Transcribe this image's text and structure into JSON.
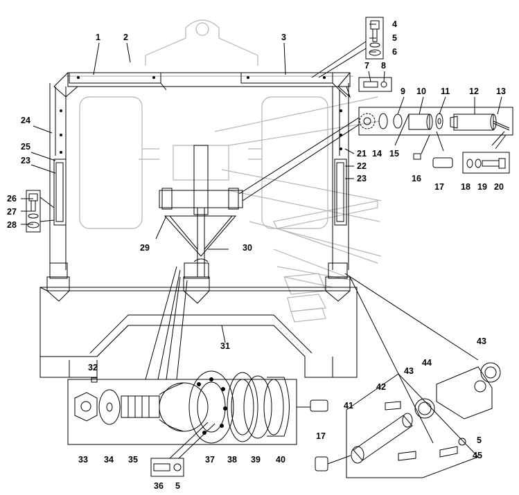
{
  "labels": {
    "l1": "1",
    "l2": "2",
    "l3": "3",
    "l4": "4",
    "l5a": "5",
    "l6": "6",
    "l7": "7",
    "l8": "8",
    "l9": "9",
    "l10": "10",
    "l11": "11",
    "l12": "12",
    "l13": "13",
    "l14": "14",
    "l15": "15",
    "l16": "16",
    "l17a": "17",
    "l18": "18",
    "l19": "19",
    "l20": "20",
    "l21": "21",
    "l22": "22",
    "l23a": "23",
    "l23b": "23",
    "l24": "24",
    "l25": "25",
    "l26": "26",
    "l27": "27",
    "l28": "28",
    "l29": "29",
    "l30": "30",
    "l31": "31",
    "l32": "32",
    "l33": "33",
    "l34": "34",
    "l35": "35",
    "l36": "36",
    "l5b": "5",
    "l37": "37",
    "l38": "38",
    "l39": "39",
    "l40": "40",
    "l17b": "17",
    "l41": "41",
    "l42": "42",
    "l43a": "43",
    "l43b": "43",
    "l44": "44",
    "l5c": "5",
    "l45": "45"
  }
}
